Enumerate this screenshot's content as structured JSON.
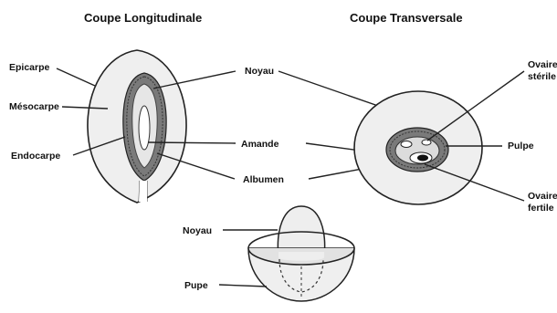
{
  "titles": {
    "longitudinal": "Coupe Longitudinale",
    "transversal": "Coupe Transversale"
  },
  "longitudinal_labels": {
    "epicarpe": "Epicarpe",
    "mesocarpe": "Mésocarpe",
    "endocarpe": "Endocarpe"
  },
  "center_labels": {
    "noyau": "Noyau",
    "amande": "Amande",
    "albumen": "Albumen"
  },
  "transversal_labels": {
    "ovaire_sterile_line1": "Ovaire",
    "ovaire_sterile_line2": "stérile",
    "pulpe": "Pulpe",
    "ovaire_fertile_line1": "Ovaire",
    "ovaire_fertile_line2": "fertile"
  },
  "bottom_labels": {
    "noyau": "Noyau",
    "pupe": "Pupe"
  }
}
